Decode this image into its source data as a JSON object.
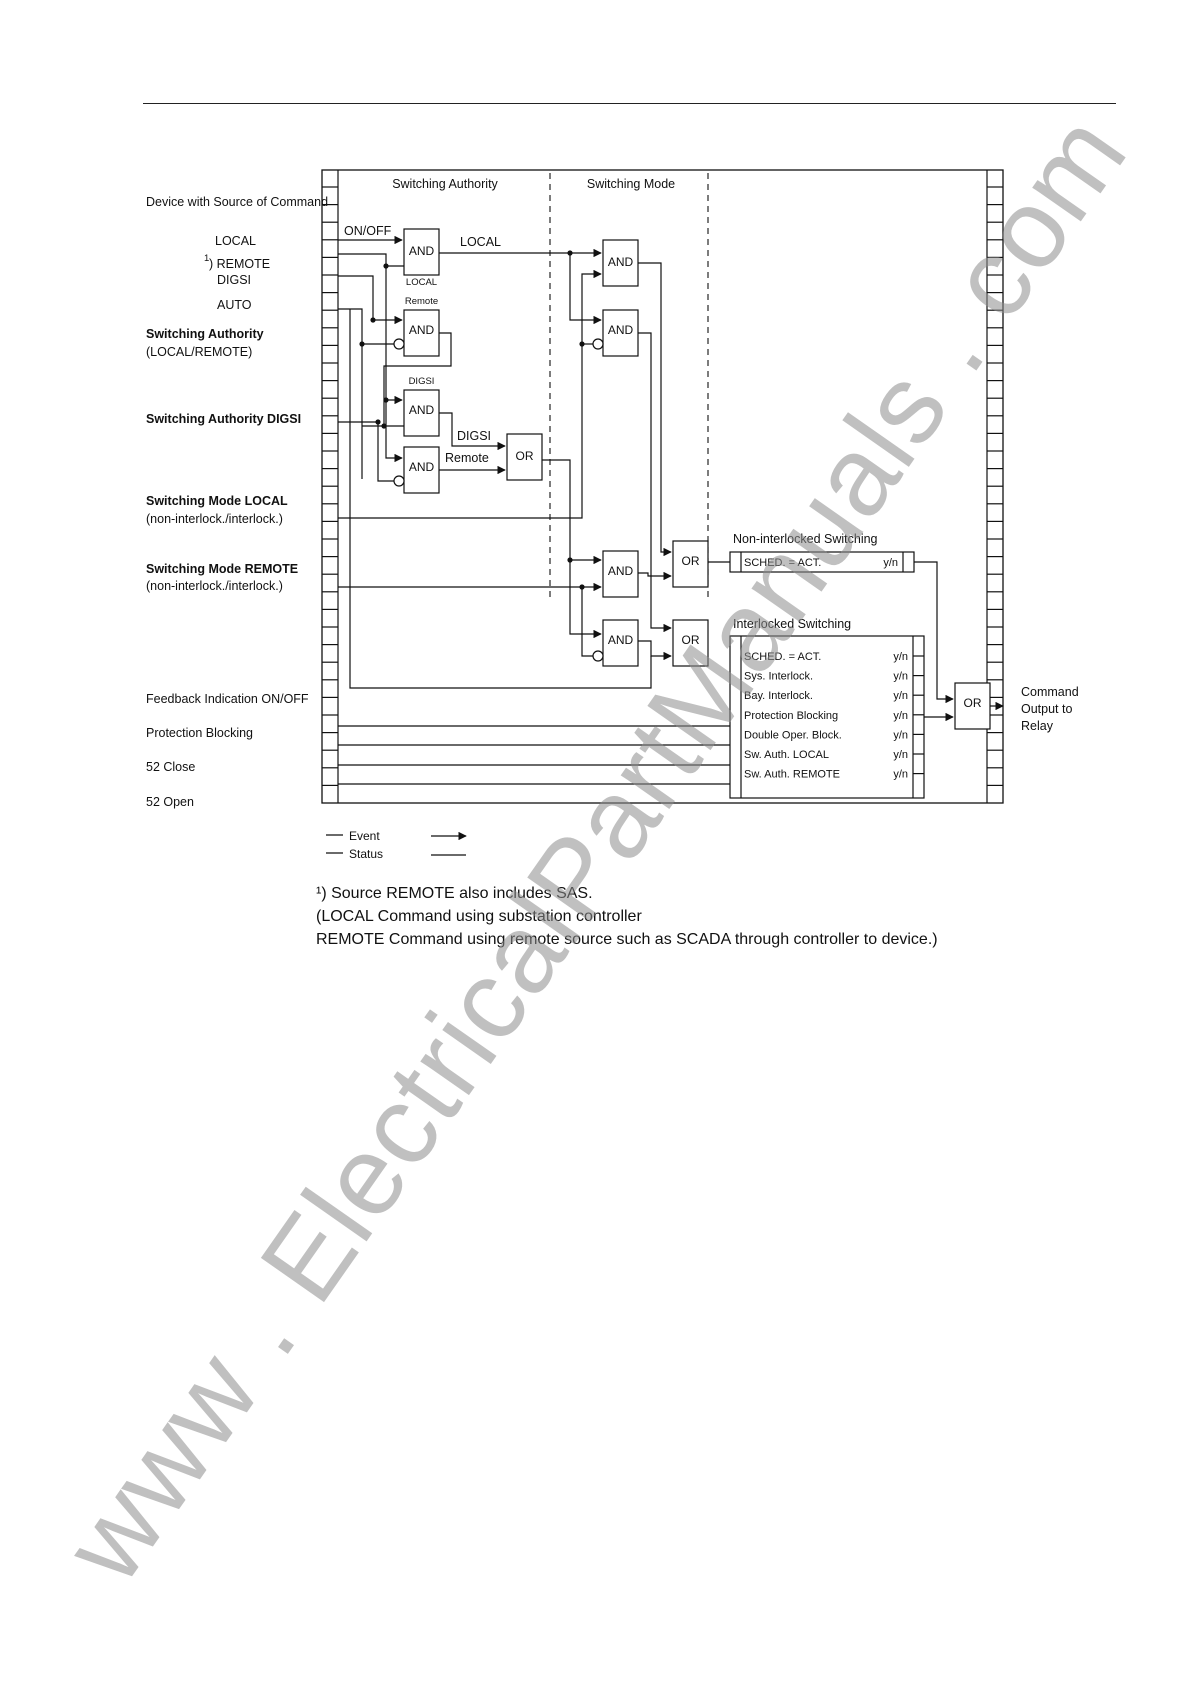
{
  "diagram": {
    "section_switching_authority": "Switching Authority",
    "section_switching_mode": "Switching Mode",
    "left_labels": {
      "device_source": "Device with Source of Command",
      "local": "LOCAL",
      "remote_sup": "1",
      "remote": ") REMOTE",
      "digsi": "DIGSI",
      "auto": "AUTO",
      "sw_authority": "Switching Authority",
      "sw_authority_sub": "(LOCAL/REMOTE)",
      "sw_authority_digsi": "Switching Authority DIGSI",
      "sw_mode_local": "Switching Mode LOCAL",
      "sw_mode_local_sub": "(non-interlock./interlock.)",
      "sw_mode_remote": "Switching Mode REMOTE",
      "sw_mode_remote_sub": "(non-interlock./interlock.)",
      "feedback": "Feedback Indication ON/OFF",
      "protection_blocking": "Protection Blocking",
      "close_52": "52 Close",
      "open_52": "52 Open"
    },
    "wire_labels": {
      "on_off": "ON/OFF",
      "local": "LOCAL",
      "digsi": "DIGSI",
      "remote": "Remote"
    },
    "gate_sublabels": {
      "local": "LOCAL",
      "remote": "Remote",
      "digsi": "DIGSI"
    },
    "gates": {
      "and": "AND",
      "or": "OR"
    },
    "non_interlocked": {
      "title": "Non-interlocked Switching",
      "row": "SCHED. = ACT.",
      "yn": "y/n"
    },
    "interlocked": {
      "title": "Interlocked Switching",
      "rows": [
        "SCHED. = ACT.",
        "Sys. Interlock.",
        "Bay. Interlock.",
        "Protection Blocking",
        "Double Oper. Block.",
        "Sw. Auth. LOCAL",
        "Sw. Auth. REMOTE"
      ],
      "yn": "y/n"
    },
    "output": {
      "line1": "Command",
      "line2": "Output to",
      "line3": "Relay"
    },
    "legend": {
      "event": "Event",
      "status": "Status"
    }
  },
  "footnote": {
    "line1": "¹) Source REMOTE also includes SAS.",
    "line2": "(LOCAL Command using substation controller",
    "line3": "REMOTE Command using remote source such as SCADA through controller to device.)"
  },
  "watermark": "www . ElectricalPartManuals . com"
}
